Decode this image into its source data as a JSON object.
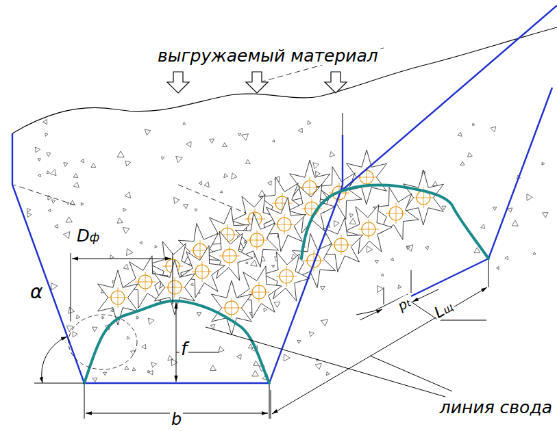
{
  "diagram": {
    "labels": [
      "выгружаемый материал",
      "Dф",
      "α",
      "f",
      "b",
      "Lщ",
      "pt",
      "линия свода"
    ]
  }
}
